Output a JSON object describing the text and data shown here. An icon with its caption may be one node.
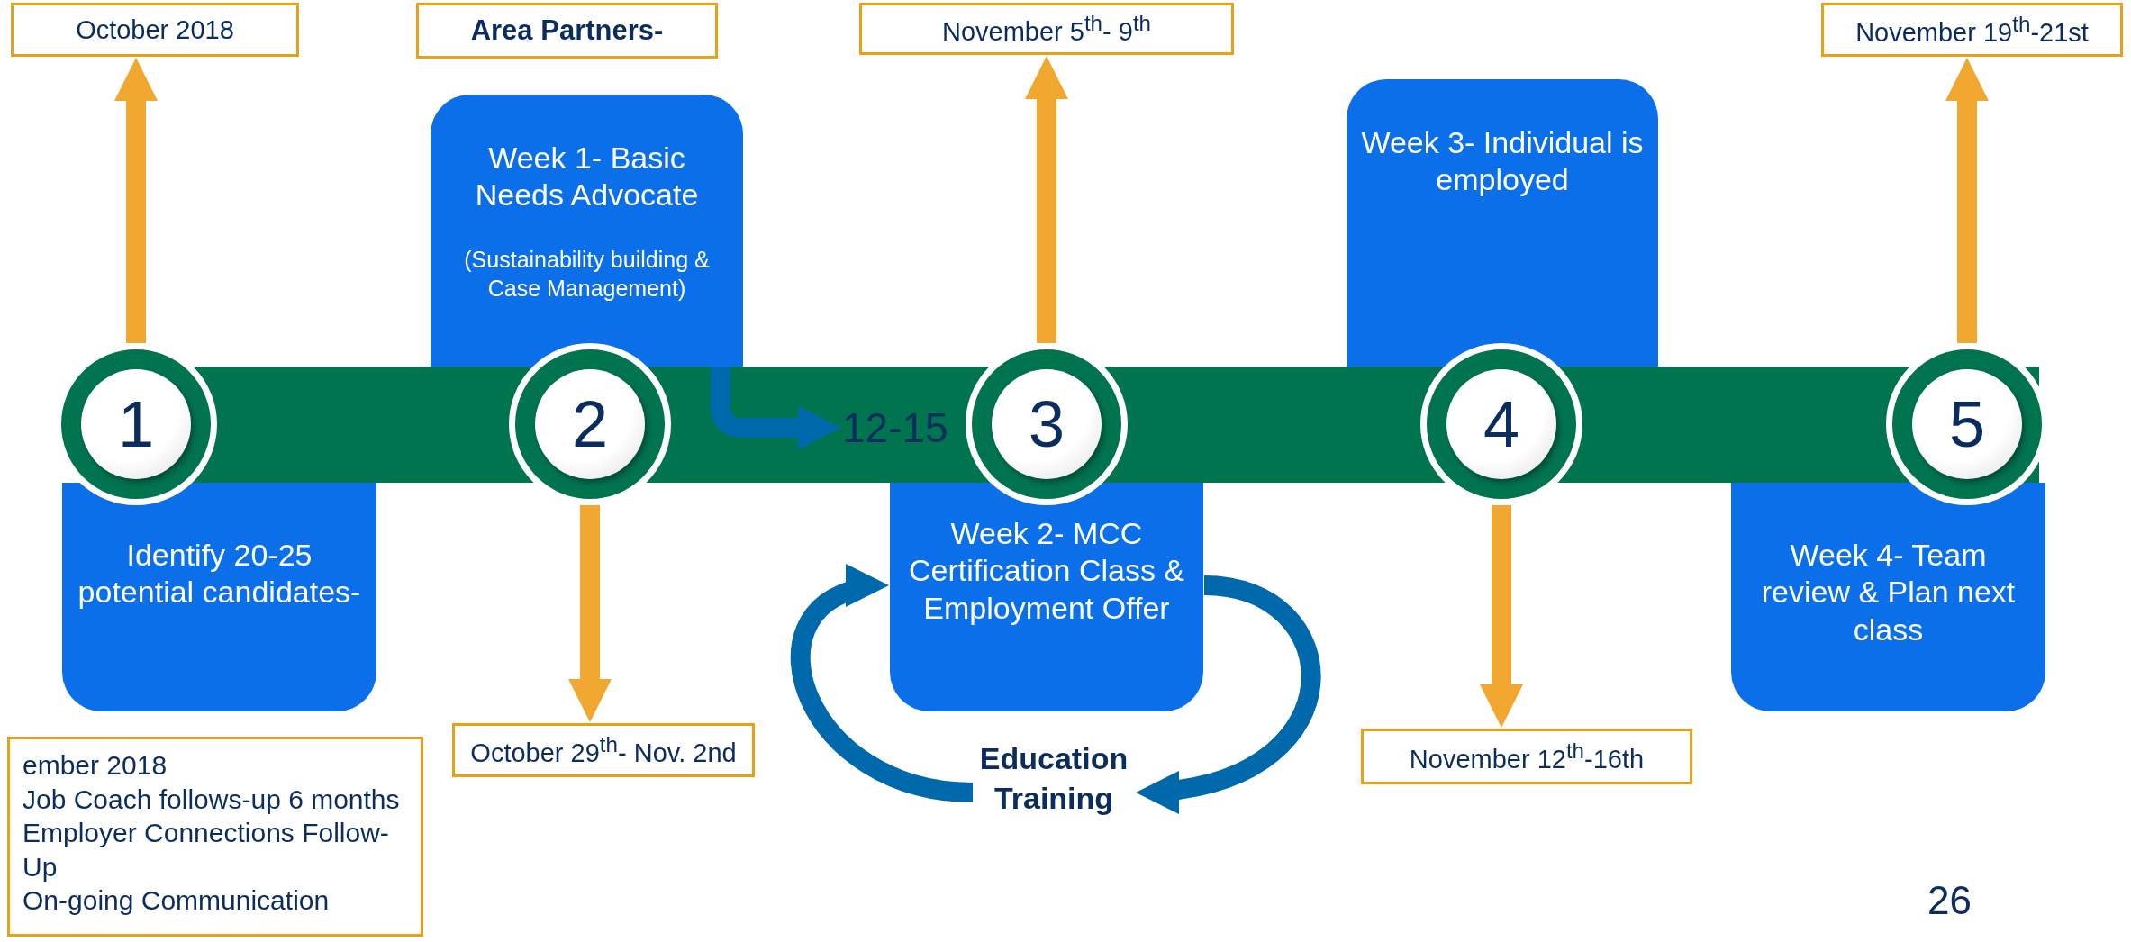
{
  "diagram": {
    "nodes": [
      {
        "text": [
          "October 2018"
        ]
      },
      {
        "text": [
          "Area Partners-"
        ]
      },
      {
        "text": [
          "November 5$^{th}$- 9$^{th}$"
        ]
      },
      {
        "text": [
          "November 19$^{th}$-21st"
        ]
      },
      {
        "text": [
          "Week 1- Basic Needs Advocate",
          "(Sustainability building & Case Management)"
        ]
      },
      {
        "text": [
          "Week 3- Individual is employed"
        ]
      },
      {
        "text": [
          "1"
        ]
      },
      {
        "text": [
          "2"
        ]
      },
      {
        "text": [
          "3"
        ]
      },
      {
        "text": [
          "4"
        ]
      },
      {
        "text": [
          "5"
        ]
      },
      {
        "text": [
          "Identify 20-25 potential candidates-"
        ]
      },
      {
        "text": [
          "Week 2- MCC Certification Class & Employment Offer"
        ]
      },
      {
        "text": [
          "Week 4- Team review & Plan next class"
        ]
      },
      {
        "text": [
          "October 29$^{th}$- Nov. 2nd"
        ]
      },
      {
        "text": [
          "November 12$^{th}$-16th"
        ]
      },
      {
        "text": [
          "12-15"
        ]
      },
      {
        "text": [
          "Education Training"
        ]
      },
      {
        "text": [
          "ember 2018",
          "Job Coach follows-up 6 months",
          "Employer Connections Follow-Up",
          "On-going Communication"
        ]
      }
    ],
    "edges": [
      {
        "from": 6,
        "to": 0,
        "arrow": "to"
      },
      {
        "from": 8,
        "to": 2,
        "arrow": "to"
      },
      {
        "from": 10,
        "to": 3,
        "arrow": "to"
      },
      {
        "from": 7,
        "to": 14,
        "arrow": "to"
      },
      {
        "from": 9,
        "to": 15,
        "arrow": "to"
      },
      {
        "from": 4,
        "to": 16,
        "arrow": "to",
        "color": "#0069ab"
      },
      {
        "from": 17,
        "to": 12,
        "arrow": "to",
        "color": "#0069ab"
      },
      {
        "from": 12,
        "to": 17,
        "arrow": "to",
        "color": "#0069ab"
      }
    ],
    "labels": [
      "26"
    ]
  }
}
